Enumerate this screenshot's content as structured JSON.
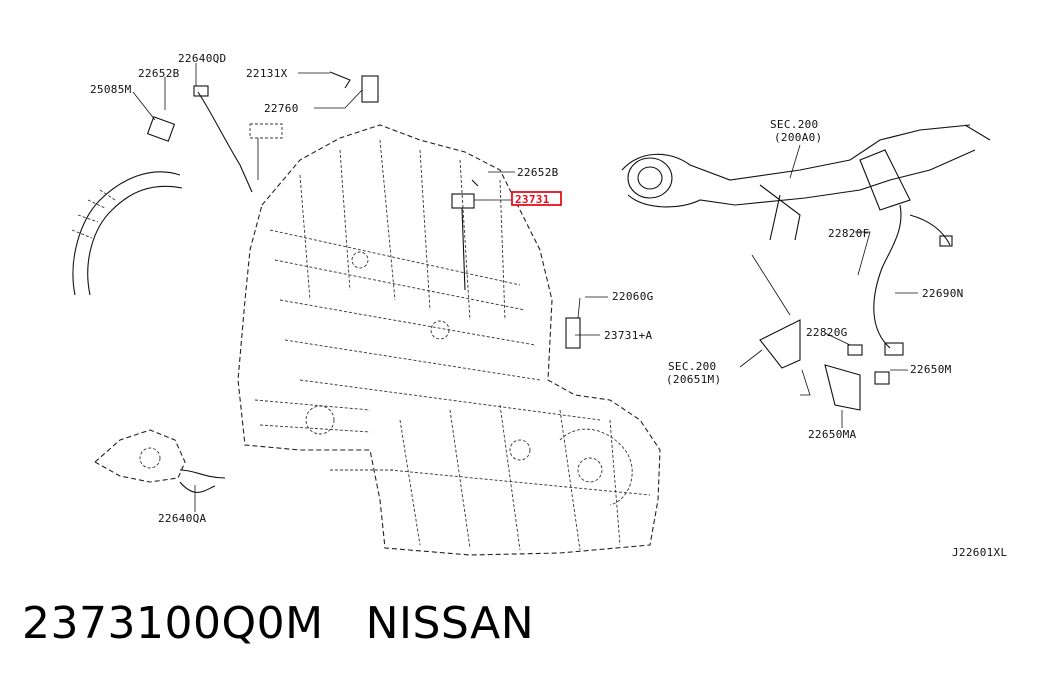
{
  "diagram": {
    "callouts": {
      "c22640QD": "22640QD",
      "c22652B_top": "22652B",
      "c25085M": "25085M",
      "c22131X": "22131X",
      "c22760": "22760",
      "c22652B_mid": "22652B",
      "c23731": "23731",
      "c22060G": "22060G",
      "c23731A": "23731+A",
      "c22640QA": "22640QA",
      "sec200_top_a": "SEC.200",
      "sec200_top_b": "(200A0)",
      "c22820F": "22820F",
      "c22690N": "22690N",
      "c22820G": "22820G",
      "c22650M": "22650M",
      "sec200_bot_a": "SEC.200",
      "sec200_bot_b": "(20651M)",
      "c22650MA": "22650MA",
      "figure_code": "J22601XL"
    },
    "highlight_color": "#e8101c"
  },
  "caption": {
    "part_number": "2373100Q0M",
    "brand": "NISSAN"
  }
}
